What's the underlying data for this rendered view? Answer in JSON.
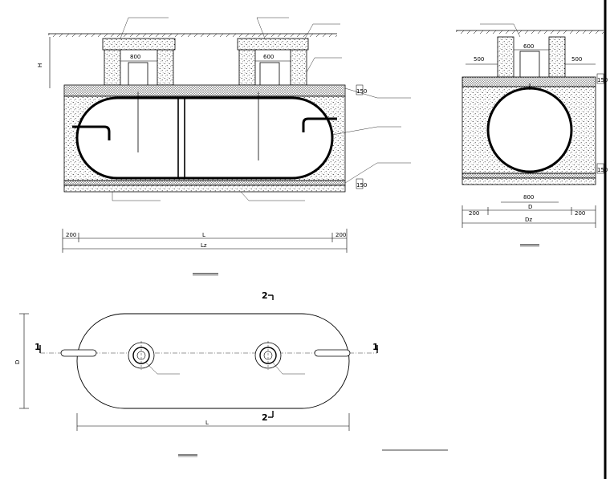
{
  "dims": {
    "cover_w": "800",
    "cover_w2": "600",
    "side_500": "500",
    "side_200": "200",
    "thk_150": "150",
    "len_l": "L",
    "len_lz": "Lz",
    "dia_d": "D",
    "dia_dz": "Dz",
    "height_h": "H",
    "base_800": "800"
  },
  "markers": {
    "sec1": "1",
    "sec2": "2"
  },
  "labels": {
    "section_11": "",
    "section_22": "",
    "plan": "",
    "notes_title": "",
    "main_title": ""
  },
  "notes": [
    "",
    "",
    "",
    "",
    "",
    ""
  ],
  "colors": {
    "line": "#000000",
    "fill": "#ffffff"
  }
}
